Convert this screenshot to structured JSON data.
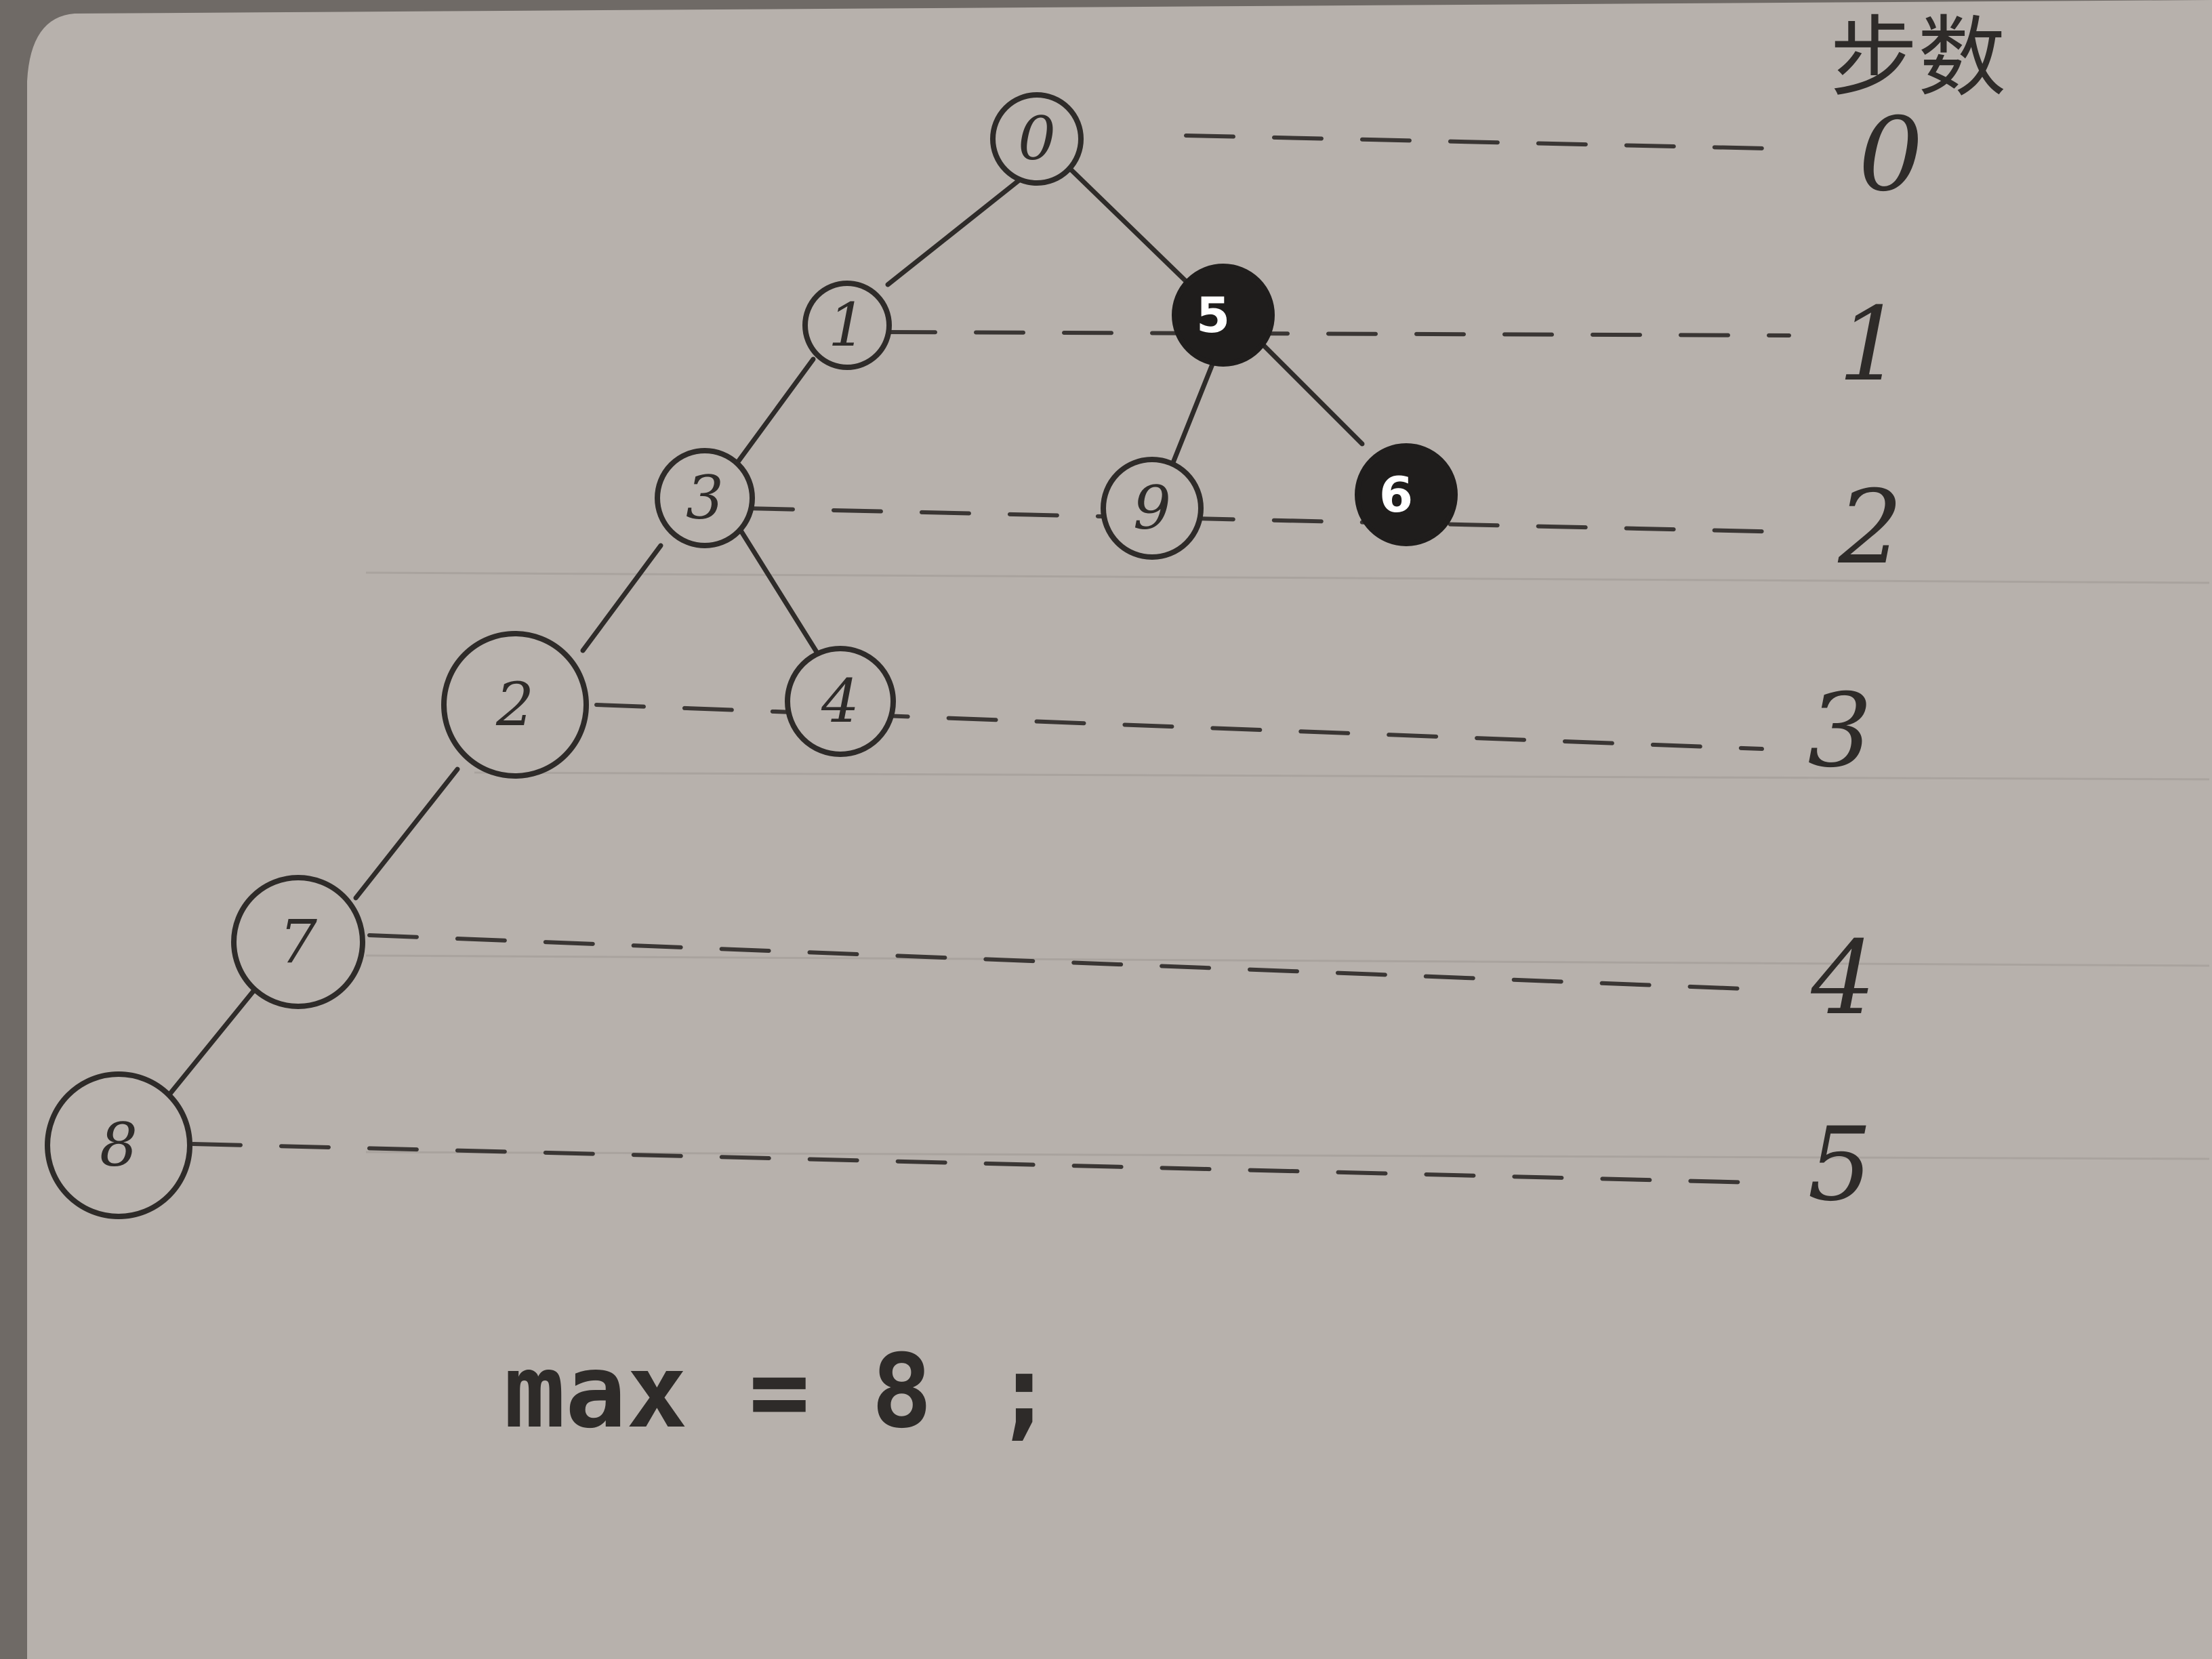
{
  "header": {
    "step_label": "步数"
  },
  "levels": [
    "0",
    "1",
    "2",
    "3",
    "4",
    "5"
  ],
  "nodes": {
    "n0": "0",
    "n1": "1",
    "n5": "5",
    "n3": "3",
    "n9": "9",
    "n6": "6",
    "n2": "2",
    "n4": "4",
    "n7": "7",
    "n8": "8"
  },
  "edges": [
    [
      "0",
      "1"
    ],
    [
      "0",
      "5"
    ],
    [
      "1",
      "3"
    ],
    [
      "5",
      "9"
    ],
    [
      "5",
      "6"
    ],
    [
      "3",
      "2"
    ],
    [
      "3",
      "4"
    ],
    [
      "2",
      "7"
    ],
    [
      "7",
      "8"
    ]
  ],
  "footer": {
    "formula": "max = 8 ;"
  },
  "colors": {
    "ink": "#2e2b29",
    "paper": "#b7b1ac"
  }
}
